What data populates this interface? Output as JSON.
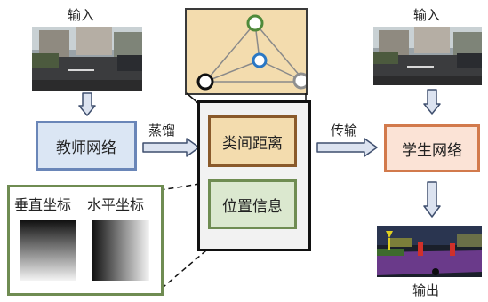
{
  "teacher": {
    "input_label": "输入",
    "box_label": "教师网络"
  },
  "student": {
    "input_label": "输入",
    "box_label": "学生网络",
    "output_label": "输出"
  },
  "arrows": {
    "distill_label": "蒸馏",
    "transfer_label": "传输"
  },
  "center": {
    "class_distance_label": "类间距离",
    "position_info_label": "位置信息"
  },
  "coord_panel": {
    "vertical_label": "垂直坐标",
    "horizontal_label": "水平坐标"
  },
  "colors": {
    "box_blue_border": "#6a86b8",
    "box_blue_fill": "#dbe6f4",
    "box_orange_border": "#d27a4c",
    "box_orange_fill": "#fbe3d6",
    "box_tan_border": "#8a5a2b",
    "box_tan_fill": "#f3dcae",
    "box_green_border": "#6f8c52",
    "box_green_fill": "#dbe8cf",
    "arrow_fill": "#dce3f0",
    "arrow_stroke": "#3f4f6e",
    "node_green": "#4f8a3a",
    "node_blue": "#2b78c4"
  }
}
